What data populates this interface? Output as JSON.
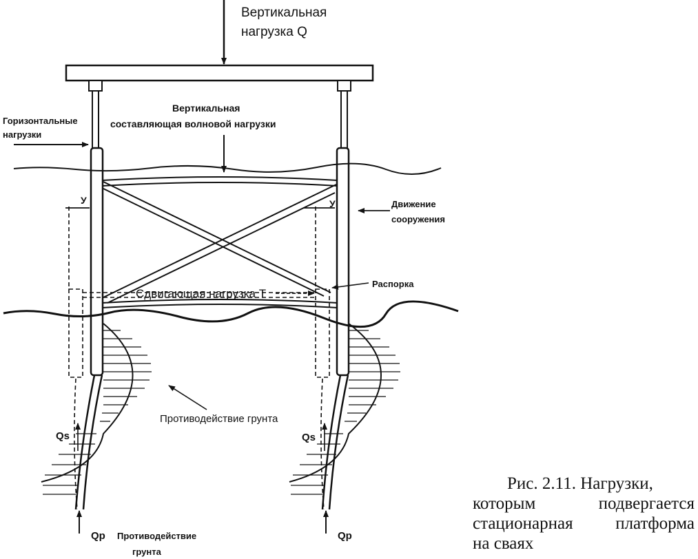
{
  "labels": {
    "vertical_load": [
      "Вертикальная",
      "нагрузка Q"
    ],
    "horizontal_loads": [
      "Горизонтальные",
      "нагрузки"
    ],
    "wave_vertical": [
      "Вертикальная",
      "составляющая волновой нагрузки"
    ],
    "y_left": "У",
    "y_right": "У",
    "structure_motion": [
      "Движение",
      "сооружения"
    ],
    "brace": "Распорка",
    "shear_load": "Сдвигающая нагрузка Т",
    "soil_reaction_mid": "Противодействие грунта",
    "qs_left": "Qs",
    "qs_right": "Qs",
    "qp_left": "Qp",
    "qp_right": "Qp",
    "soil_reaction_bottom": [
      "Противодействие",
      "грунта"
    ]
  },
  "caption": {
    "lines": [
      "Рис. 2.11. Нагрузки,",
      "которым подвергается",
      "стационарная платформа",
      "на сваях"
    ]
  }
}
